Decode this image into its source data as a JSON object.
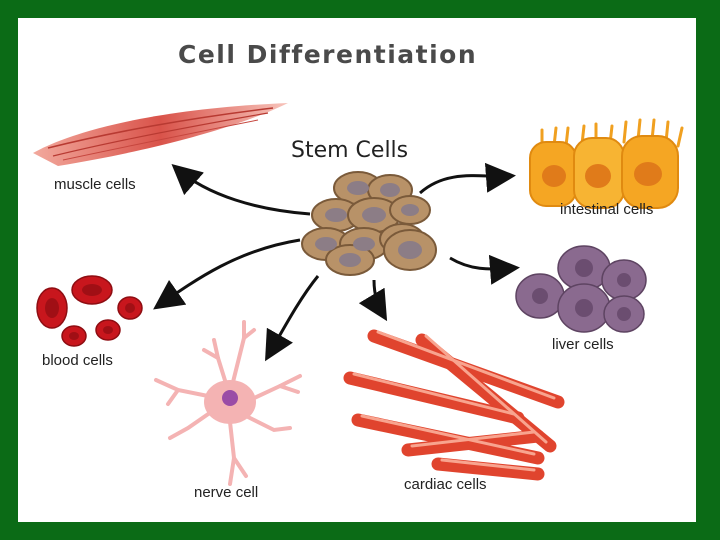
{
  "title": "Cell Differentiation",
  "center_label": "Stem Cells",
  "cell_types": {
    "muscle": "muscle cells",
    "intestinal": "intestinal cells",
    "blood": "blood cells",
    "liver": "liver cells",
    "nerve": "nerve cell",
    "cardiac": "cardiac cells"
  },
  "colors": {
    "border": "#0b6b16",
    "muscle": "#d9534a",
    "intestinal": "#f5a623",
    "blood": "#c8161d",
    "liver": "#8a6a8f",
    "nerve": "#f4b3b3",
    "cardiac": "#e0442e",
    "stem": "#b89268",
    "arrow": "#111111"
  }
}
